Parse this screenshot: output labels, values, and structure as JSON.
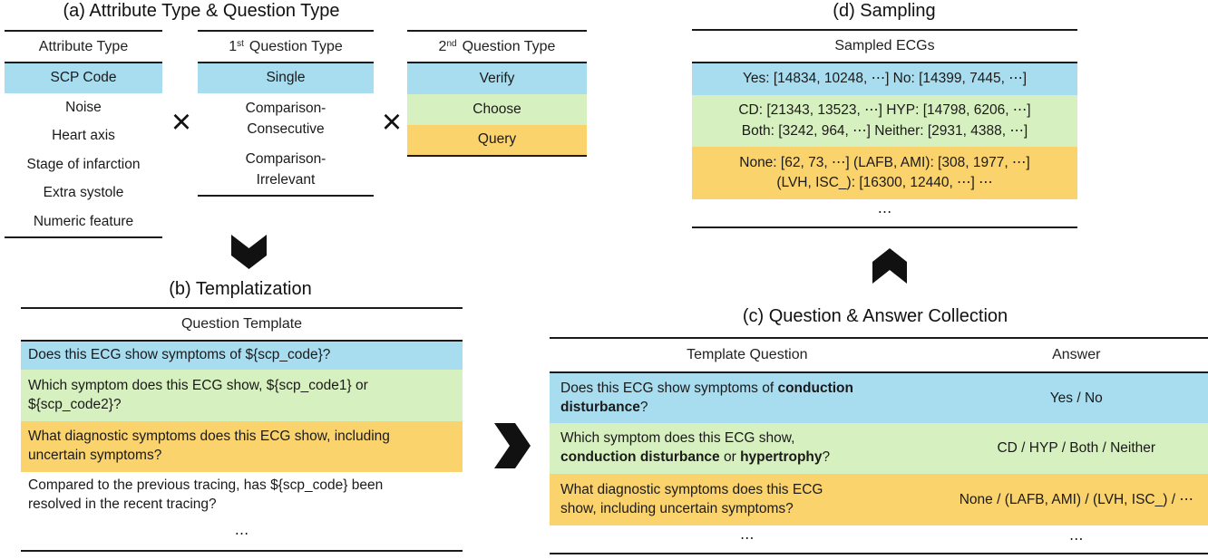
{
  "colors": {
    "blue": "#a8dcef",
    "green": "#d7f0bf",
    "yellow": "#fbd36d"
  },
  "panel_a": {
    "title": "(a) Attribute Type & Question Type",
    "times": "×",
    "attribute_table": {
      "header": "Attribute Type",
      "rows": [
        "SCP Code",
        "Noise",
        "Heart axis",
        "Stage of infarction",
        "Extra systole",
        "Numeric feature"
      ]
    },
    "q1_table": {
      "header": {
        "num": "1",
        "sup": "st",
        "rest": "Question Type"
      },
      "rows": [
        "Single",
        "Comparison-\nConsecutive",
        "Comparison-\nIrrelevant"
      ]
    },
    "q2_table": {
      "header": {
        "num": "2",
        "sup": "nd",
        "rest": "Question Type"
      },
      "rows": [
        "Verify",
        "Choose",
        "Query"
      ]
    }
  },
  "panel_b": {
    "title": "(b) Templatization",
    "table_header": "Question Template",
    "rows": [
      "Does this ECG show symptoms of ${scp_code}?",
      "Which symptom does this ECG show, ${scp_code1} or\n${scp_code2}?",
      "What diagnostic symptoms does this ECG show, including\nuncertain symptoms?",
      "Compared to the previous tracing, has ${scp_code} been\nresolved in the recent tracing?",
      "⋯"
    ]
  },
  "panel_c": {
    "title": "(c) Question & Answer Collection",
    "col_question": "Template Question",
    "col_answer": "Answer",
    "rows": [
      {
        "question": [
          {
            "t": "Does this ECG show symptoms of "
          },
          {
            "t": "conduction",
            "b": true
          },
          {
            "br": true
          },
          {
            "t": "disturbance",
            "b": true
          },
          {
            "t": "?"
          }
        ],
        "answer": "Yes / No"
      },
      {
        "question": [
          {
            "t": "Which symptom does this ECG show,"
          },
          {
            "br": true
          },
          {
            "t": "conduction disturbance",
            "b": true
          },
          {
            "t": " or "
          },
          {
            "t": "hypertrophy",
            "b": true
          },
          {
            "t": "?"
          }
        ],
        "answer": "CD / HYP / Both / Neither"
      },
      {
        "question": [
          {
            "t": "What diagnostic symptoms does this ECG"
          },
          {
            "br": true
          },
          {
            "t": "show, including uncertain symptoms?"
          }
        ],
        "answer": "None / (LAFB, AMI) / (LVH, ISC_) / ⋯"
      },
      {
        "question": [
          {
            "t": "⋯"
          }
        ],
        "answer": "⋯"
      }
    ]
  },
  "panel_d": {
    "title": "(d) Sampling",
    "table_header": "Sampled ECGs",
    "rows": [
      "Yes: [14834, 10248, ⋯] No: [14399, 7445, ⋯]",
      "CD: [21343, 13523, ⋯] HYP: [14798, 6206, ⋯]\nBoth: [3242, 964, ⋯] Neither: [2931, 4388, ⋯]",
      "None: [62, 73, ⋯] (LAFB, AMI): [308, 1977, ⋯]\n(LVH, ISC_): [16300, 12440, ⋯] ⋯",
      "⋯"
    ]
  }
}
